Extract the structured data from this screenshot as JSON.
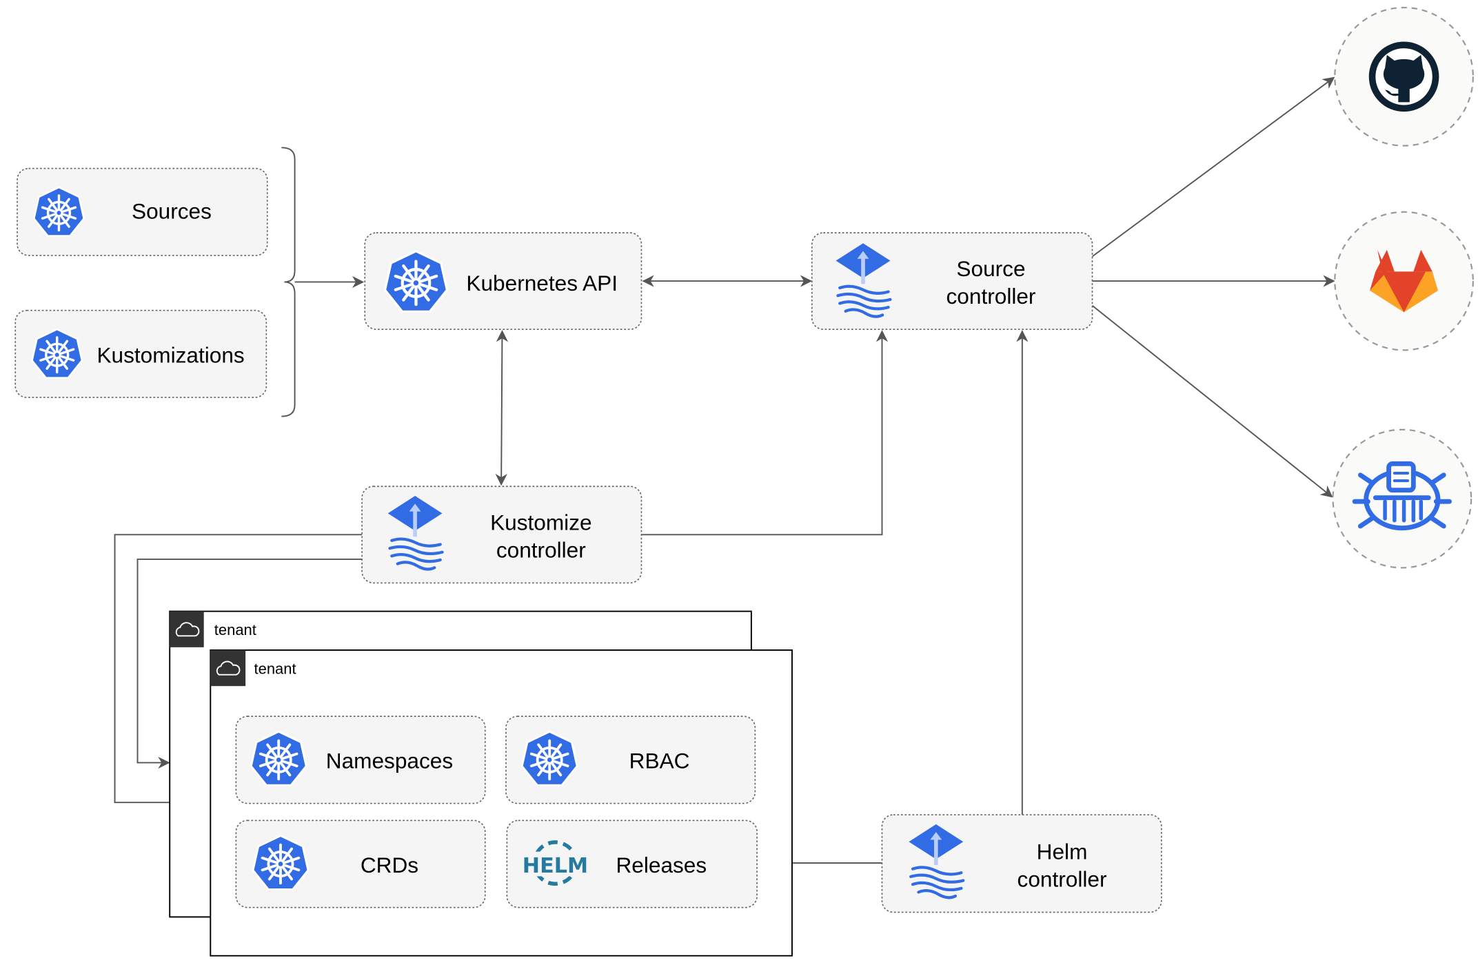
{
  "nodes": {
    "sources": "Sources",
    "kustomizations": "Kustomizations",
    "kubernetes_api": "Kubernetes API",
    "source_controller": [
      "Source",
      "controller"
    ],
    "kustomize_controller": [
      "Kustomize",
      "controller"
    ],
    "helm_controller": [
      "Helm",
      "controller"
    ],
    "namespaces": "Namespaces",
    "rbac": "RBAC",
    "crds": "CRDs",
    "releases": "Releases"
  },
  "tenants": [
    "tenant",
    "tenant"
  ],
  "helm_logo_text": "HELM",
  "external_sources": [
    {
      "icon": "github-icon"
    },
    {
      "icon": "gitlab-icon"
    },
    {
      "icon": "chartmuseum-icon"
    }
  ],
  "colors": {
    "kubernetes_blue": "#326ce5",
    "edge": "#555555",
    "tenant_header": "#333333",
    "gitlab_orange": "#e24329",
    "github_dark": "#0f2233"
  }
}
